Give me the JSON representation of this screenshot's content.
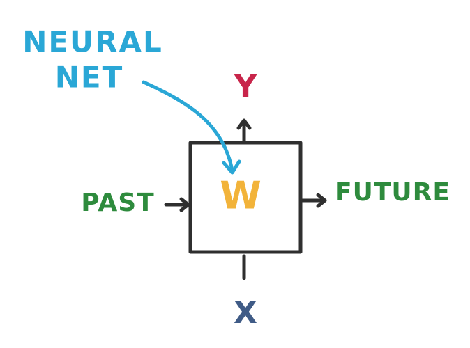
{
  "labels": {
    "neural_line1": "NEURAL",
    "neural_line2": "NET",
    "output": "Y",
    "input": "X",
    "past": "PAST",
    "future": "FUTURE",
    "weight": "W"
  },
  "colors": {
    "neural": "#2aa7d6",
    "output": "#c8254a",
    "input": "#3f5b86",
    "past_future": "#2e8b3d",
    "weight": "#f2b33a",
    "stroke": "#2f2f2f"
  }
}
